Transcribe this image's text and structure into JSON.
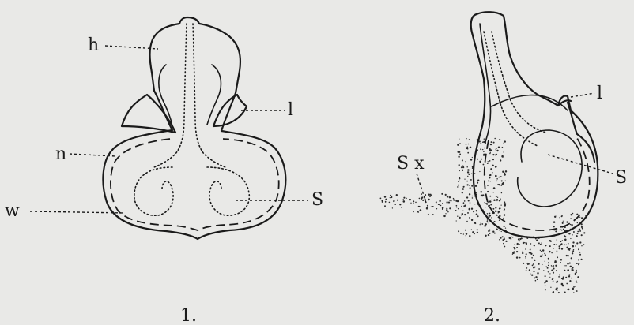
{
  "figure1": {
    "number": "1.",
    "labels": {
      "h": "h",
      "l": "l",
      "n": "n",
      "w": "w",
      "s": "S"
    }
  },
  "figure2": {
    "number": "2.",
    "labels": {
      "l": "l",
      "s": "S",
      "sx": "S x"
    }
  },
  "colors": {
    "background": "#e9e9e7",
    "ink": "#1a1a1a"
  }
}
